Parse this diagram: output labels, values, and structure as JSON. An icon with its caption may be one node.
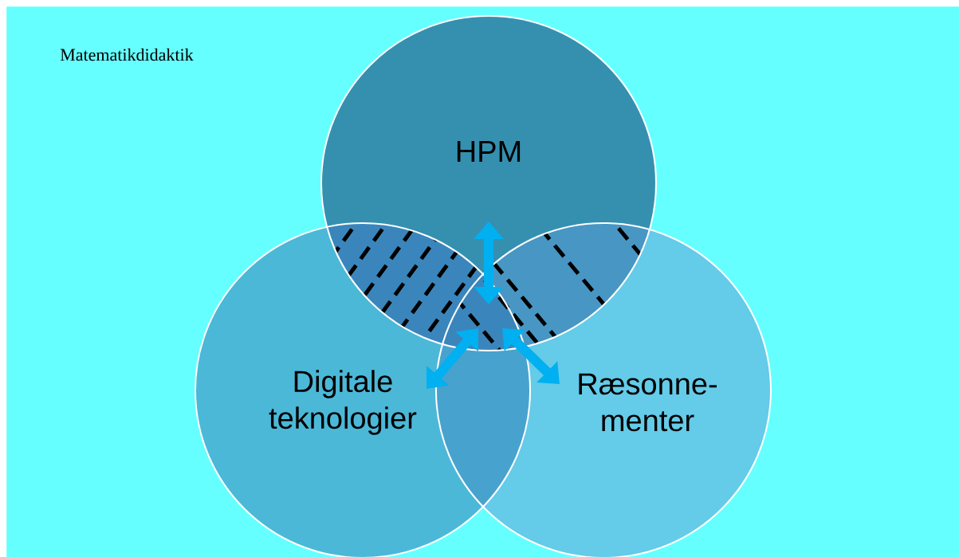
{
  "diagram": {
    "nodes": [
      {
        "text": [
          "Matematikdidaktik"
        ]
      },
      {
        "text": [
          "HPM"
        ],
        "in": 0
      },
      {
        "text": [
          "Digitale teknologier"
        ],
        "in": 0
      },
      {
        "text": [
          "Ræsonne- menter"
        ],
        "in": 0
      }
    ],
    "edges": [
      {
        "from": null,
        "to": 1,
        "arrow": "both"
      },
      {
        "from": null,
        "to": 2,
        "arrow": "both"
      },
      {
        "from": null,
        "to": 3,
        "arrow": "both"
      }
    ]
  }
}
